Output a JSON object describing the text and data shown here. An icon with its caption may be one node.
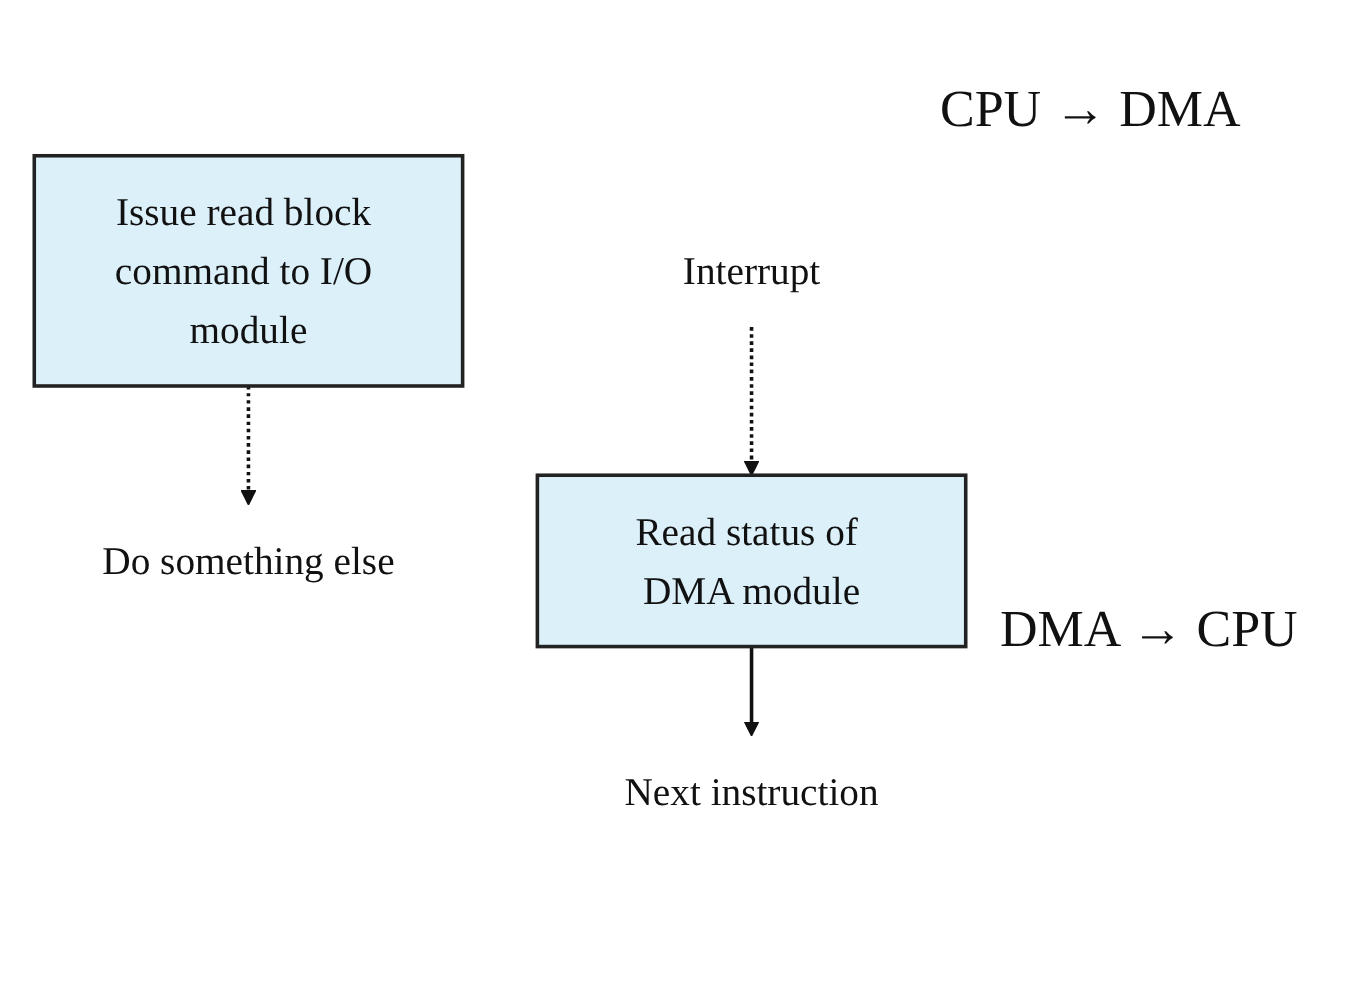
{
  "diagram": {
    "nodes": [
      {
        "text": [
          "Issue read block command to I/O module"
        ]
      },
      {
        "text": [
          "Do something else"
        ]
      },
      {
        "text": [
          "Read status of DMA module"
        ]
      },
      {
        "text": [
          "Interrupt"
        ]
      },
      {
        "text": [
          "Next instruction"
        ]
      }
    ],
    "edges": [
      {
        "from": 0,
        "to": 1,
        "arrow": "to",
        "style": "dashed"
      },
      {
        "from": 3,
        "to": 2,
        "arrow": "to",
        "style": "dashed"
      },
      {
        "from": 2,
        "to": 4,
        "arrow": "to"
      }
    ],
    "labels": [
      "CPU → DMA",
      "DMA → CPU"
    ]
  }
}
